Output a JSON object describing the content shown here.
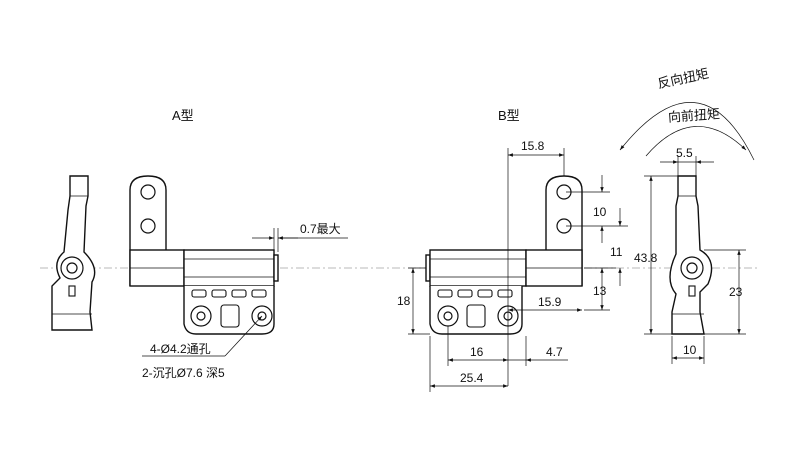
{
  "labels": {
    "type_a": "A型",
    "type_b": "B型",
    "reverse_torque": "反向扭矩",
    "forward_torque": "向前扭矩",
    "max_gap": "0.7最大",
    "through_holes": "4-Ø4.2通孔",
    "counterbore": "2-沉孔Ø7.6 深5"
  },
  "dimensions": {
    "d_15_8": "15.8",
    "d_10_a": "10",
    "d_11": "11",
    "d_13": "13",
    "d_15_9": "15.9",
    "d_18": "18",
    "d_16": "16",
    "d_4_7": "4.7",
    "d_25_4": "25.4",
    "d_5_5": "5.5",
    "d_43_8": "43.8",
    "d_23": "23",
    "d_10_b": "10"
  },
  "colors": {
    "line": "#111111",
    "centerline": "#777777",
    "background": "#ffffff"
  }
}
